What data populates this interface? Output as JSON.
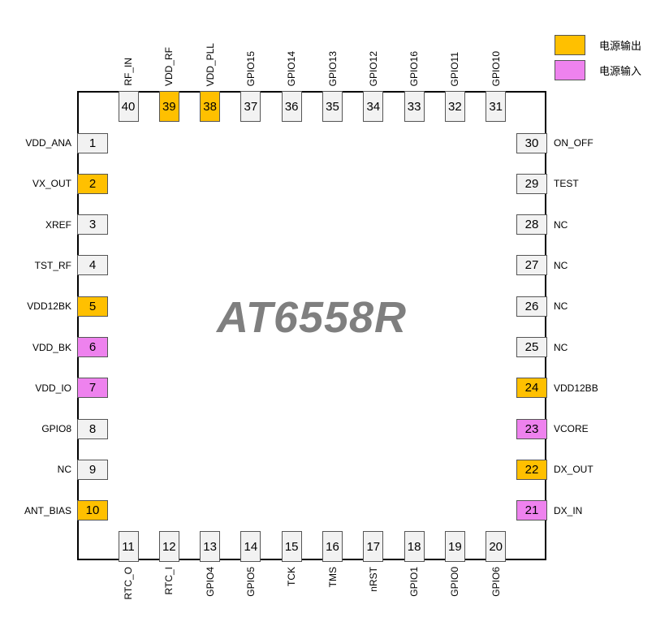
{
  "chip_name": "AT6558R",
  "colors": {
    "output": "#ffc000",
    "input": "#ee82ee",
    "default": "#f2f2f2"
  },
  "legend": [
    {
      "label": "电源输出",
      "type": "output"
    },
    {
      "label": "电源输入",
      "type": "input"
    }
  ],
  "pins": {
    "left": [
      {
        "num": "1",
        "name": "VDD_ANA",
        "type": "none"
      },
      {
        "num": "2",
        "name": "VX_OUT",
        "type": "output"
      },
      {
        "num": "3",
        "name": "XREF",
        "type": "none"
      },
      {
        "num": "4",
        "name": "TST_RF",
        "type": "none"
      },
      {
        "num": "5",
        "name": "VDD12BK",
        "type": "output"
      },
      {
        "num": "6",
        "name": "VDD_BK",
        "type": "input"
      },
      {
        "num": "7",
        "name": "VDD_IO",
        "type": "input"
      },
      {
        "num": "8",
        "name": "GPIO8",
        "type": "none"
      },
      {
        "num": "9",
        "name": "NC",
        "type": "none"
      },
      {
        "num": "10",
        "name": "ANT_BIAS",
        "type": "output"
      }
    ],
    "bottom": [
      {
        "num": "11",
        "name": "RTC_O",
        "type": "none"
      },
      {
        "num": "12",
        "name": "RTC_I",
        "type": "none"
      },
      {
        "num": "13",
        "name": "GPIO4",
        "type": "none"
      },
      {
        "num": "14",
        "name": "GPIO5",
        "type": "none"
      },
      {
        "num": "15",
        "name": "TCK",
        "type": "none"
      },
      {
        "num": "16",
        "name": "TMS",
        "type": "none"
      },
      {
        "num": "17",
        "name": "nRST",
        "type": "none"
      },
      {
        "num": "18",
        "name": "GPIO1",
        "type": "none"
      },
      {
        "num": "19",
        "name": "GPIO0",
        "type": "none"
      },
      {
        "num": "20",
        "name": "GPIO6",
        "type": "none"
      }
    ],
    "right": [
      {
        "num": "30",
        "name": "ON_OFF",
        "type": "none"
      },
      {
        "num": "29",
        "name": "TEST",
        "type": "none"
      },
      {
        "num": "28",
        "name": "NC",
        "type": "none"
      },
      {
        "num": "27",
        "name": "NC",
        "type": "none"
      },
      {
        "num": "26",
        "name": "NC",
        "type": "none"
      },
      {
        "num": "25",
        "name": "NC",
        "type": "none"
      },
      {
        "num": "24",
        "name": "VDD12BB",
        "type": "output"
      },
      {
        "num": "23",
        "name": "VCORE",
        "type": "input"
      },
      {
        "num": "22",
        "name": "DX_OUT",
        "type": "output"
      },
      {
        "num": "21",
        "name": "DX_IN",
        "type": "input"
      }
    ],
    "top": [
      {
        "num": "40",
        "name": "RF_IN",
        "type": "none"
      },
      {
        "num": "39",
        "name": "VDD_RF",
        "type": "output"
      },
      {
        "num": "38",
        "name": "VDD_PLL",
        "type": "output"
      },
      {
        "num": "37",
        "name": "GPIO15",
        "type": "none"
      },
      {
        "num": "36",
        "name": "GPIO14",
        "type": "none"
      },
      {
        "num": "35",
        "name": "GPIO13",
        "type": "none"
      },
      {
        "num": "34",
        "name": "GPIO12",
        "type": "none"
      },
      {
        "num": "33",
        "name": "GPIO16",
        "type": "none"
      },
      {
        "num": "32",
        "name": "GPIO11",
        "type": "none"
      },
      {
        "num": "31",
        "name": "GPIO10",
        "type": "none"
      }
    ]
  }
}
